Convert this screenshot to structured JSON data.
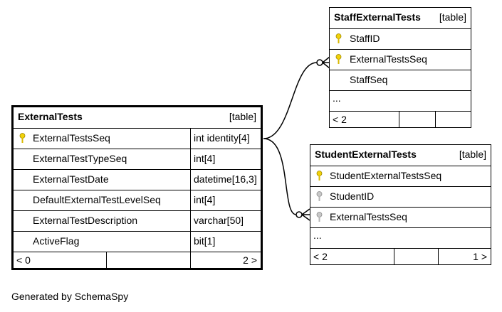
{
  "tables": {
    "staff": {
      "name": "StaffExternalTests",
      "kind": "[table]",
      "columns": [
        "StaffID",
        "ExternalTestsSeq",
        "StaffSeq"
      ],
      "ellipsis": "...",
      "footer": [
        "< 2",
        "",
        ""
      ]
    },
    "external": {
      "name": "ExternalTests",
      "kind": "[table]",
      "columns": [
        {
          "name": "ExternalTestsSeq",
          "type": "int identity[4]"
        },
        {
          "name": "ExternalTestTypeSeq",
          "type": "int[4]"
        },
        {
          "name": "ExternalTestDate",
          "type": "datetime[16,3]"
        },
        {
          "name": "DefaultExternalTestLevelSeq",
          "type": "int[4]"
        },
        {
          "name": "ExternalTestDescription",
          "type": "varchar[50]"
        },
        {
          "name": "ActiveFlag",
          "type": "bit[1]"
        }
      ],
      "footer": [
        "< 0",
        "",
        "2 >"
      ]
    },
    "student": {
      "name": "StudentExternalTests",
      "kind": "[table]",
      "columns": [
        "StudentExternalTestsSeq",
        "StudentID",
        "ExternalTestsSeq"
      ],
      "ellipsis": "...",
      "footer": [
        "< 2",
        "",
        "1 >"
      ]
    }
  },
  "key_colors": {
    "primary": "#f2d20a",
    "foreign": "#b4b4b4"
  },
  "credit": "Generated by SchemaSpy"
}
